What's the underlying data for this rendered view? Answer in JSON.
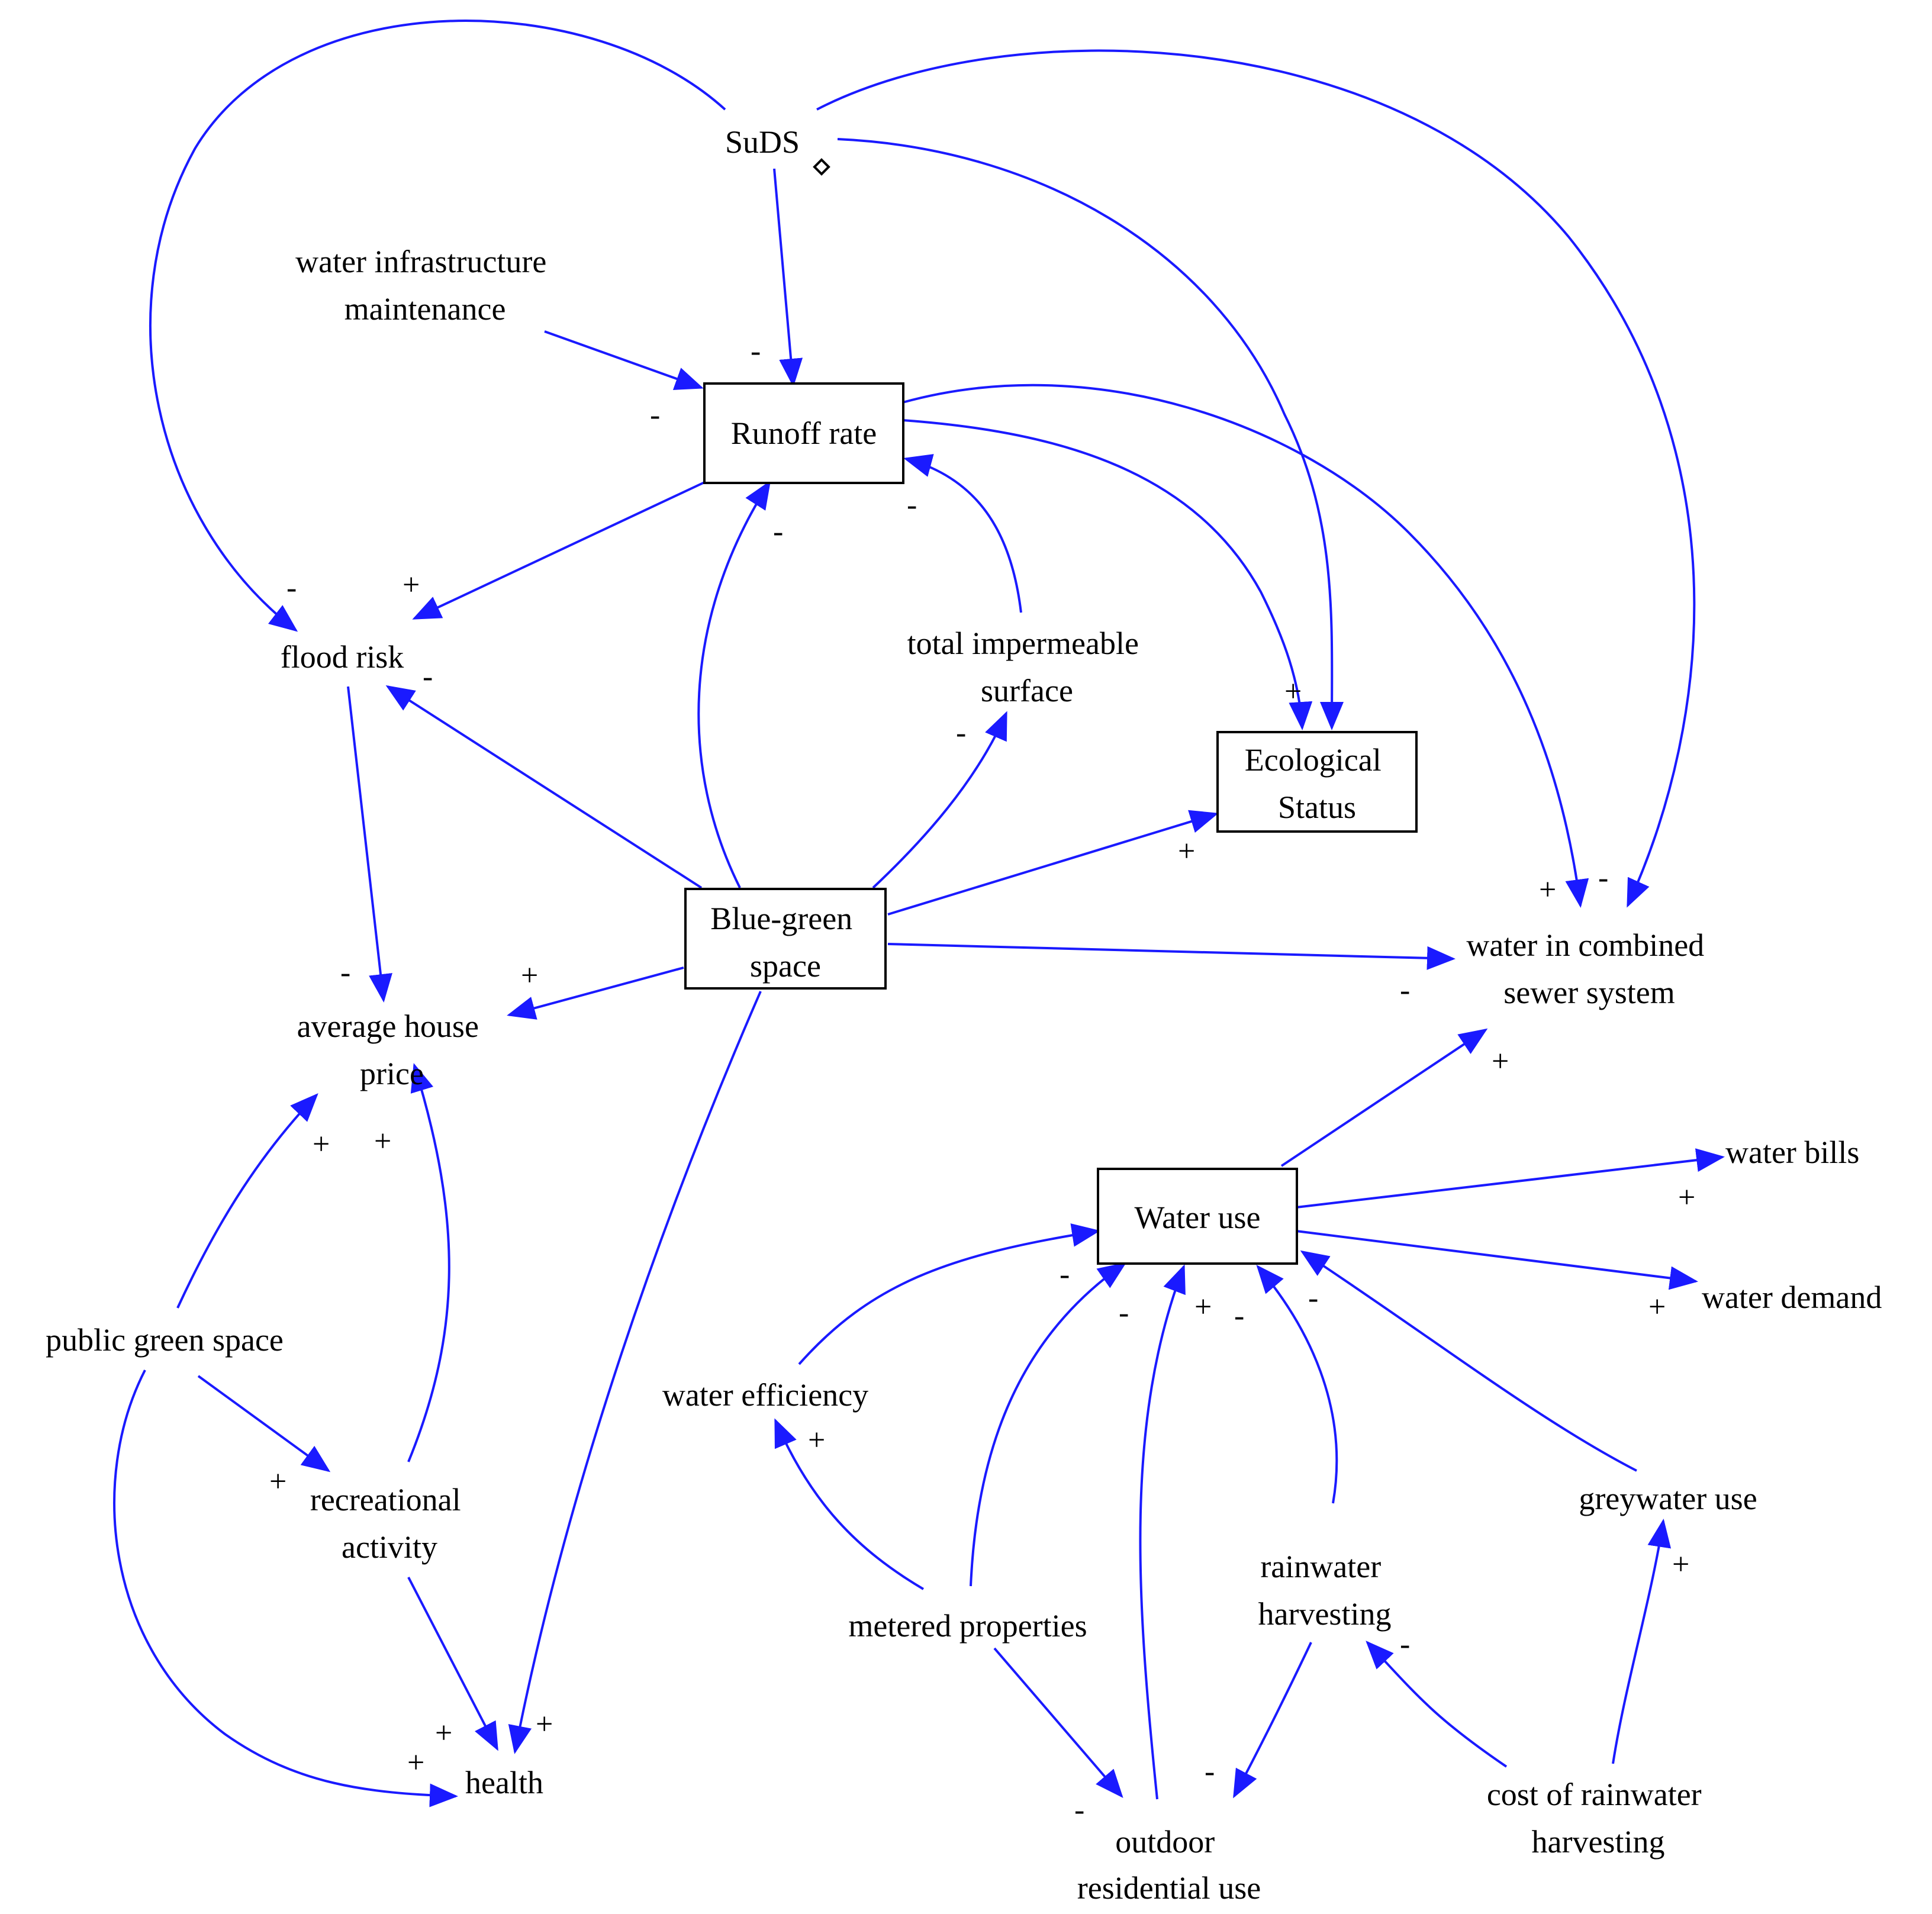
{
  "nodes": {
    "suds": "SuDS",
    "water_infrastructure_maintenance": [
      "water infrastructure",
      "maintenance"
    ],
    "runoff_rate": "Runoff rate",
    "flood_risk": "flood risk",
    "total_impermeable_surface": [
      "total impermeable",
      "surface"
    ],
    "ecological_status": [
      "Ecological",
      "Status"
    ],
    "blue_green_space": [
      "Blue-green",
      "space"
    ],
    "average_house_price": [
      "average house",
      "price"
    ],
    "water_in_combined_sewer_system": [
      "water in combined",
      "sewer system"
    ],
    "water_use": "Water use",
    "water_bills": "water bills",
    "water_demand": "water demand",
    "public_green_space": "public green space",
    "recreational_activity": [
      "recreational",
      "activity"
    ],
    "water_efficiency": "water efficiency",
    "greywater_use": "greywater use",
    "rainwater_harvesting": [
      "rainwater",
      "harvesting"
    ],
    "metered_properties": "metered properties",
    "health": "health",
    "cost_of_rainwater_harvesting": [
      "cost of rainwater",
      "harvesting"
    ],
    "outdoor_residential_use": [
      "outdoor",
      "residential use"
    ]
  },
  "link_color": "#1a1aff",
  "links": [
    {
      "from": "suds",
      "to": "runoff_rate",
      "polarity": "-"
    },
    {
      "from": "water_infrastructure_maintenance",
      "to": "runoff_rate",
      "polarity": "-"
    },
    {
      "from": "suds",
      "to": "flood_risk",
      "polarity": "-"
    },
    {
      "from": "runoff_rate",
      "to": "flood_risk",
      "polarity": "+"
    },
    {
      "from": "blue_green_space",
      "to": "runoff_rate",
      "polarity": "-"
    },
    {
      "from": "total_impermeable_surface",
      "to": "runoff_rate",
      "polarity": "-"
    },
    {
      "from": "blue_green_space",
      "to": "total_impermeable_surface",
      "polarity": "-"
    },
    {
      "from": "suds",
      "to": "ecological_status",
      "polarity": ""
    },
    {
      "from": "runoff_rate",
      "to": "ecological_status",
      "polarity": "+"
    },
    {
      "from": "blue_green_space",
      "to": "ecological_status",
      "polarity": "+"
    },
    {
      "from": "runoff_rate",
      "to": "water_in_combined_sewer_system",
      "polarity": "+"
    },
    {
      "from": "suds",
      "to": "water_in_combined_sewer_system",
      "polarity": "-"
    },
    {
      "from": "blue_green_space",
      "to": "water_in_combined_sewer_system",
      "polarity": "-"
    },
    {
      "from": "water_use",
      "to": "water_in_combined_sewer_system",
      "polarity": "+"
    },
    {
      "from": "blue_green_space",
      "to": "flood_risk",
      "polarity": "-"
    },
    {
      "from": "flood_risk",
      "to": "average_house_price",
      "polarity": "-"
    },
    {
      "from": "blue_green_space",
      "to": "average_house_price",
      "polarity": "+"
    },
    {
      "from": "public_green_space",
      "to": "average_house_price",
      "polarity": "+"
    },
    {
      "from": "recreational_activity",
      "to": "average_house_price",
      "polarity": "+"
    },
    {
      "from": "public_green_space",
      "to": "recreational_activity",
      "polarity": "+"
    },
    {
      "from": "recreational_activity",
      "to": "health",
      "polarity": "+"
    },
    {
      "from": "public_green_space",
      "to": "health",
      "polarity": "+"
    },
    {
      "from": "blue_green_space",
      "to": "health",
      "polarity": "+"
    },
    {
      "from": "water_use",
      "to": "water_bills",
      "polarity": "+"
    },
    {
      "from": "water_use",
      "to": "water_demand",
      "polarity": "+"
    },
    {
      "from": "water_efficiency",
      "to": "water_use",
      "polarity": "-"
    },
    {
      "from": "metered_properties",
      "to": "water_use",
      "polarity": "-"
    },
    {
      "from": "outdoor_residential_use",
      "to": "water_use",
      "polarity": "+"
    },
    {
      "from": "rainwater_harvesting",
      "to": "water_use",
      "polarity": "-"
    },
    {
      "from": "greywater_use",
      "to": "water_use",
      "polarity": "-"
    },
    {
      "from": "metered_properties",
      "to": "water_efficiency",
      "polarity": "+"
    },
    {
      "from": "metered_properties",
      "to": "outdoor_residential_use",
      "polarity": "-"
    },
    {
      "from": "rainwater_harvesting",
      "to": "outdoor_residential_use",
      "polarity": "-"
    },
    {
      "from": "cost_of_rainwater_harvesting",
      "to": "rainwater_harvesting",
      "polarity": "-"
    },
    {
      "from": "cost_of_rainwater_harvesting",
      "to": "greywater_use",
      "polarity": "+"
    }
  ]
}
